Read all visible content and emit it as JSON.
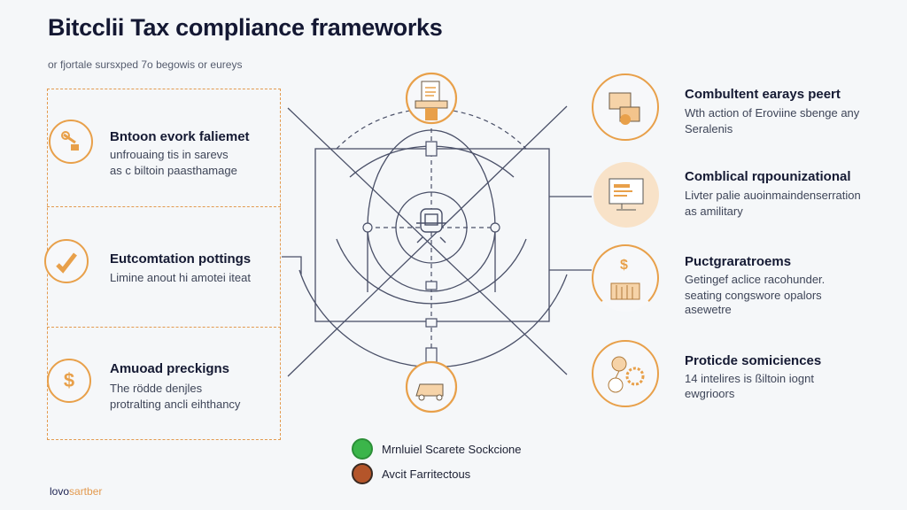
{
  "header": {
    "title": "Bitcclii Tax compliance frameworks",
    "subtitle": "or fjortale sursxped 7o begowis or eureys"
  },
  "left_panel": {
    "items": [
      {
        "icon": "wrench-money-icon",
        "title": "Bntoon evork faliemet",
        "desc": [
          "unfrouaing tis in sarevs",
          "as c biltoin paasthamage"
        ]
      },
      {
        "icon": "checkmark-icon",
        "title": "Eutcomtation pottings",
        "desc": [
          "Limine anout hi amotei iteat"
        ]
      },
      {
        "icon": "dollar-icon",
        "title": "Amuoad preckigns",
        "desc": [
          "The rödde denjles",
          "protralting ancli eihthancy"
        ]
      }
    ]
  },
  "diagram": {
    "top_icon": "printer-icon",
    "center_icon": "bitcoin-device-icon",
    "bottom_icon": "delivery-van-icon"
  },
  "right_panel": {
    "items": [
      {
        "icon": "folder-gear-icon",
        "title": "Combultent earays peert",
        "desc": [
          "Wth action of Eroviine sbenge any",
          "Seralenis"
        ]
      },
      {
        "icon": "monitor-icon",
        "title": "Comblical rqpounizational",
        "desc": [
          "Livter palie auoinmaindenserration",
          "as amilitary"
        ]
      },
      {
        "icon": "bar-chart-dollar-icon",
        "title": "Puctgraratroems",
        "desc": [
          "Getingef aclice racohunder.",
          "seating congswore opalors",
          "asewetre"
        ]
      },
      {
        "icon": "gears-coin-icon",
        "title": "Proticde somiciences",
        "desc": [
          "14 intelires is ßiltoin iognt",
          "ewgrioors"
        ]
      }
    ]
  },
  "legend": [
    {
      "label": "Mrnluiel Scarete Sockcione",
      "color": "#3bb54a"
    },
    {
      "label": "Avcit Farritectous",
      "color": "#b4552a"
    }
  ],
  "footer": {
    "brand_a": "lovo",
    "brand_b": "sartber"
  },
  "colors": {
    "accent": "#e8a04a",
    "ink": "#151a33",
    "line": "#4a5068"
  }
}
